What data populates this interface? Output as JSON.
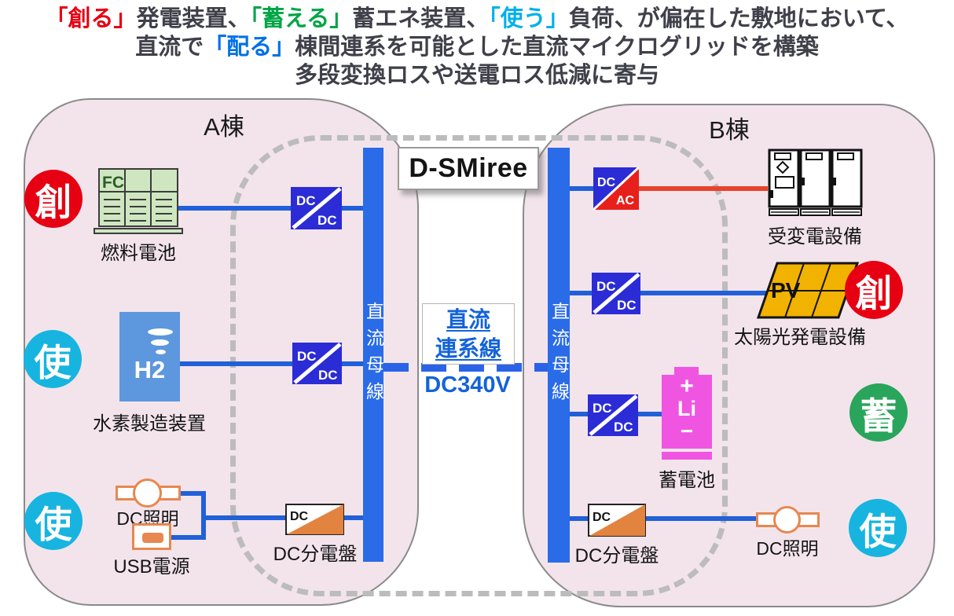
{
  "title": {
    "line1": [
      "「創る」",
      "発電装置、",
      "「蓄える」",
      "蓄エネ装置、",
      "「使う」",
      "負荷、が偏在した敷地において、"
    ],
    "line2": [
      "直流で",
      "「配る」",
      "棟間連系を可能とした直流マイクログリッドを構築"
    ],
    "line3": "多段変換ロスや送電ロス低減に寄与"
  },
  "logo": "D-SMiree",
  "buildings": {
    "a": "A棟",
    "b": "B棟"
  },
  "bus_label": "直流母線",
  "interconnect": {
    "name_line1": "直流",
    "name_line2": "連系線",
    "voltage": "DC340V"
  },
  "badges": {
    "create": "創",
    "use": "使",
    "store": "蓄"
  },
  "converters": {
    "dcdc": {
      "in": "DC",
      "out": "DC"
    },
    "dcac": {
      "in": "DC",
      "out": "AC"
    },
    "panel": {
      "dc": "DC"
    }
  },
  "devices": {
    "fuel_cell": {
      "icon": "FC",
      "label": "燃料電池"
    },
    "hydrogen": {
      "icon": "H2",
      "label": "水素製造装置"
    },
    "dc_light_a": {
      "label": "DC照明"
    },
    "usb": {
      "label": "USB電源"
    },
    "panel_a": {
      "label": "DC分電盤"
    },
    "substation": {
      "label": "受変電設備"
    },
    "pv": {
      "icon": "PV",
      "label": "太陽光発電設備"
    },
    "battery": {
      "plus": "+",
      "chem": "Li",
      "minus": "−",
      "label": "蓄電池"
    },
    "panel_b": {
      "label": "DC分電盤"
    },
    "dc_light_b": {
      "label": "DC照明"
    }
  },
  "colors": {
    "accent_red": "#e60012",
    "accent_green": "#00a546",
    "accent_cyan": "#00b0ec",
    "accent_blue": "#0070e8",
    "building_pink": "#f3e4ec",
    "bus_blue": "#2a6be8",
    "converter_blue": "#2b2cd5",
    "line_blue": "#2160d8",
    "line_red": "#e8432c",
    "panel_orange": "#e2833f",
    "battery_pink": "#f055e2",
    "pv_yellow": "#f2b200",
    "boundary_gray": "#bcbcbc"
  }
}
